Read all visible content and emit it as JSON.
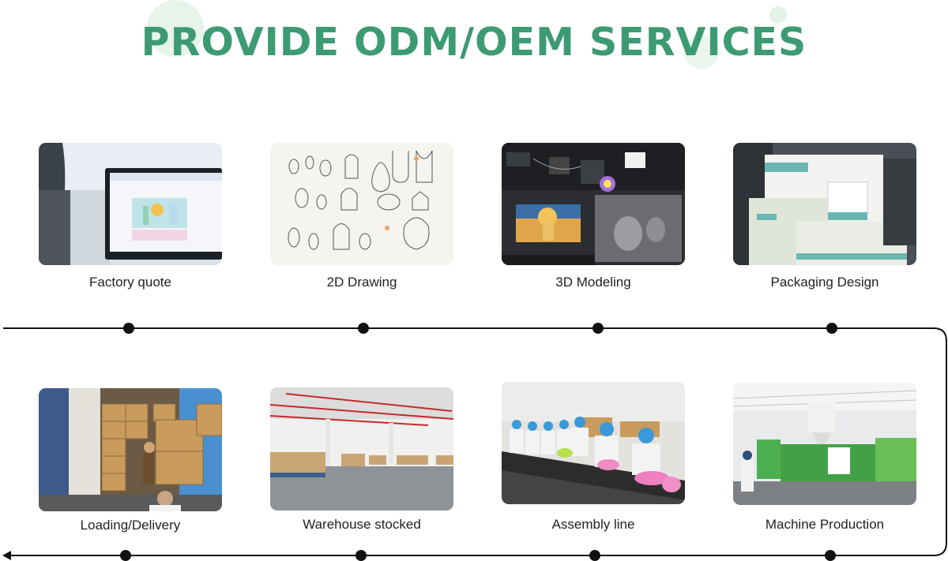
{
  "title": "PROVIDE ODM/OEM SERVICES",
  "colors": {
    "title": "#3c9a74",
    "deco_circle": "#e8f5ec",
    "timeline": "#111111"
  },
  "steps_top": [
    {
      "label": "Factory quote",
      "image": "office-monitor-photo"
    },
    {
      "label": "2D Drawing",
      "image": "sketch-drawing-photo"
    },
    {
      "label": "3D Modeling",
      "image": "3d-software-photo"
    },
    {
      "label": "Packaging Design",
      "image": "packaging-box-photo"
    }
  ],
  "steps_bottom": [
    {
      "label": "Loading/Delivery",
      "image": "container-loading-photo"
    },
    {
      "label": "Warehouse stocked",
      "image": "warehouse-photo"
    },
    {
      "label": "Assembly line",
      "image": "assembly-line-photo"
    },
    {
      "label": "Machine Production",
      "image": "injection-machine-photo"
    }
  ]
}
